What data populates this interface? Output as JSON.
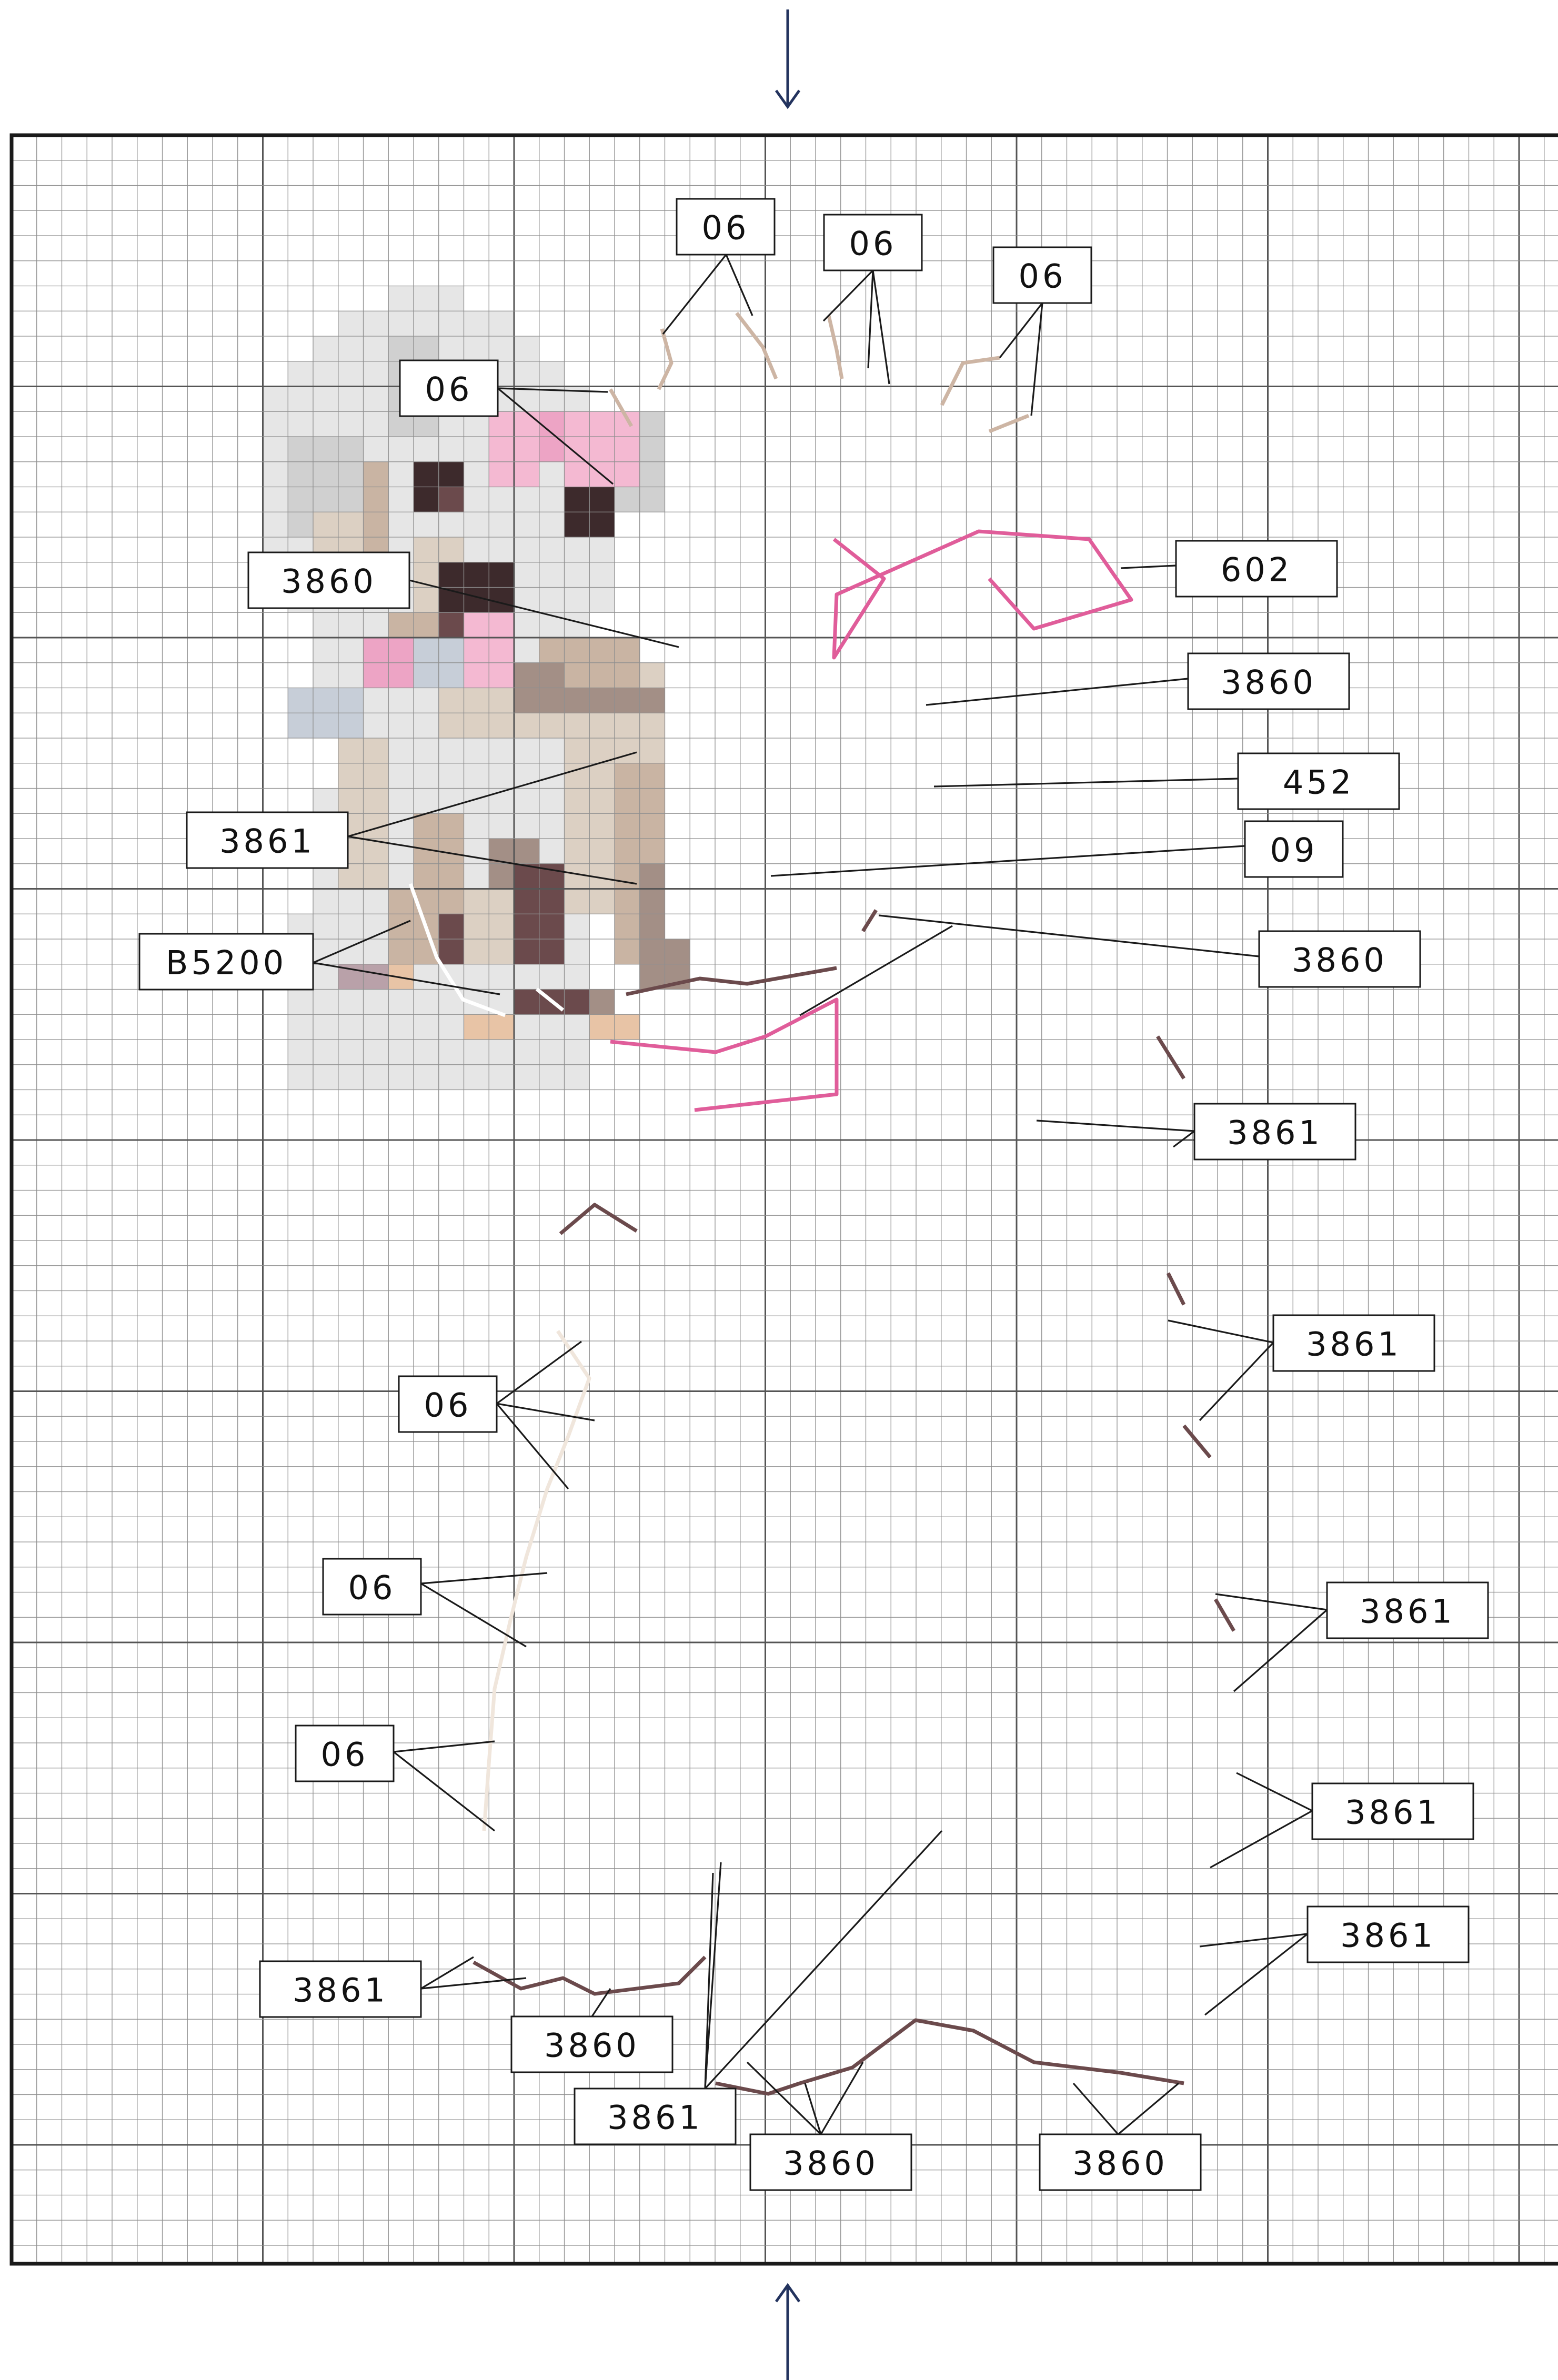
{
  "colors": {
    "grid_minor": "#8f8f8f",
    "grid_major": "#555555",
    "border": "#1a1a1a",
    "arrow": "#23335e",
    "background": "#ffffff",
    "palette": {
      "W": "#e6e6e6",
      "L": "#d0d0d0",
      "B": "#dcd0c3",
      "T": "#c9b4a3",
      "M": "#a38f86",
      "D": "#6b4a4c",
      "K": "#3d2a2c",
      "P": "#eda4c5",
      "p": "#f4b9d2",
      "G": "#c7ced8",
      "A": "#b9a1a9",
      "E": "#e8c4a6"
    }
  },
  "orientation_arrows": {
    "top": "arrow-down-icon",
    "bottom": "arrow-up-icon"
  },
  "thread_labels": [
    {
      "text": "06"
    },
    {
      "text": "06"
    },
    {
      "text": "06"
    },
    {
      "text": "06"
    },
    {
      "text": "3860"
    },
    {
      "text": "602"
    },
    {
      "text": "3860"
    },
    {
      "text": "452"
    },
    {
      "text": "3861"
    },
    {
      "text": "09"
    },
    {
      "text": "B5200"
    },
    {
      "text": "3860"
    },
    {
      "text": "3861"
    },
    {
      "text": "3861"
    },
    {
      "text": "06"
    },
    {
      "text": "06"
    },
    {
      "text": "3861"
    },
    {
      "text": "06"
    },
    {
      "text": "3861"
    },
    {
      "text": "3861"
    },
    {
      "text": "3861"
    },
    {
      "text": "3860"
    },
    {
      "text": "3861"
    },
    {
      "text": "3860"
    },
    {
      "text": "3860"
    }
  ]
}
